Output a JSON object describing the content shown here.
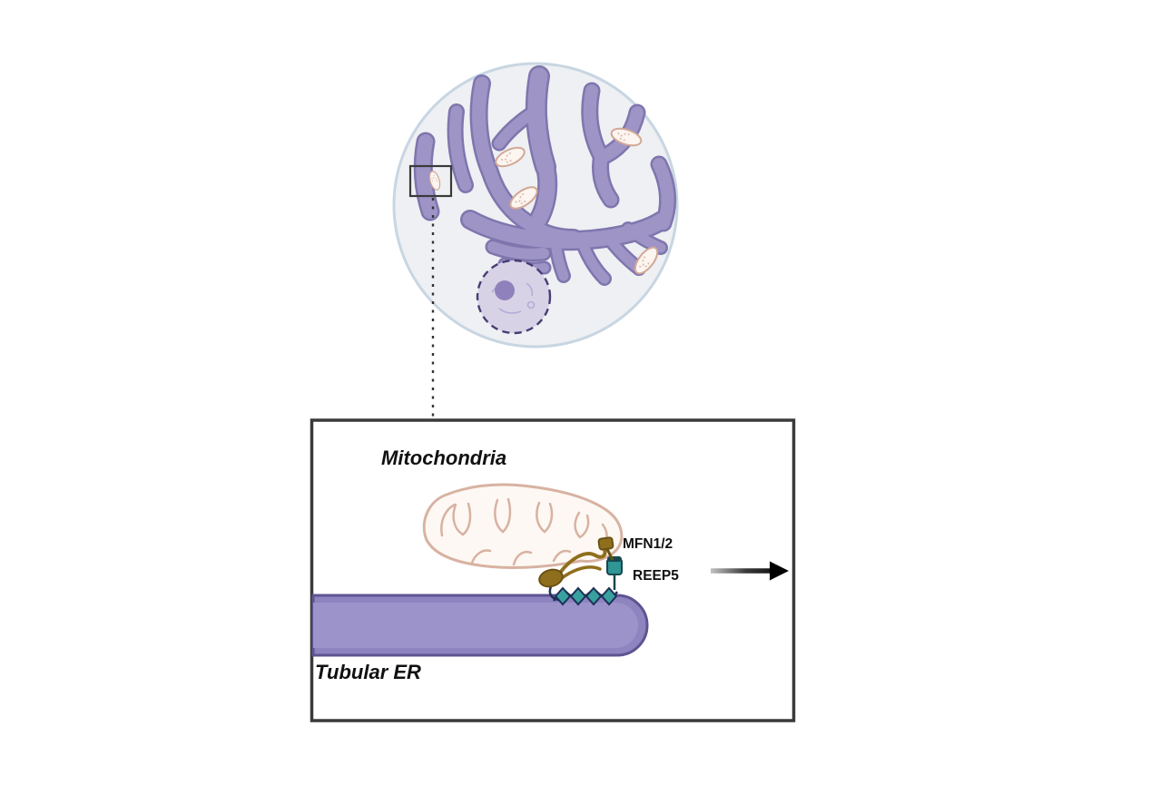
{
  "labels": {
    "mitochondria": "Mitochondria",
    "mfn12": "MFN1/2",
    "reep5": "REEP5",
    "tubular_er": "Tubular ER"
  },
  "colors": {
    "er_purple": "#9e94c6",
    "er_outline": "#7f76ae",
    "cell_fill": "#eef0f3",
    "cell_border": "#c8d6e2",
    "mitochondria_outline": "#d8b2a2",
    "mitochondria_fill": "#fdf8f3",
    "nucleus_fill": "#d8d2e7",
    "nucleus_border": "#463d73",
    "nucleolus": "#8f82bc",
    "mfn_tether_olive": "#8f6f1d",
    "reep5_teal": "#2f9595",
    "membrane_anchor_navy": "#1d3057",
    "inset_border": "#3a3a3a",
    "arrow": "#000000",
    "background": "#ffffff"
  },
  "shapes": {
    "cell": "cell-membrane-circle",
    "er_network": "branching-er-tubules",
    "nucleus": "dashed-outline-nucleus",
    "small_mitochondria_count": 5,
    "zoom_region": "rectangle-with-dotted-connector",
    "inset": "detail-box",
    "tubular_er": "rounded-tube",
    "arrow": "right-arrow"
  }
}
